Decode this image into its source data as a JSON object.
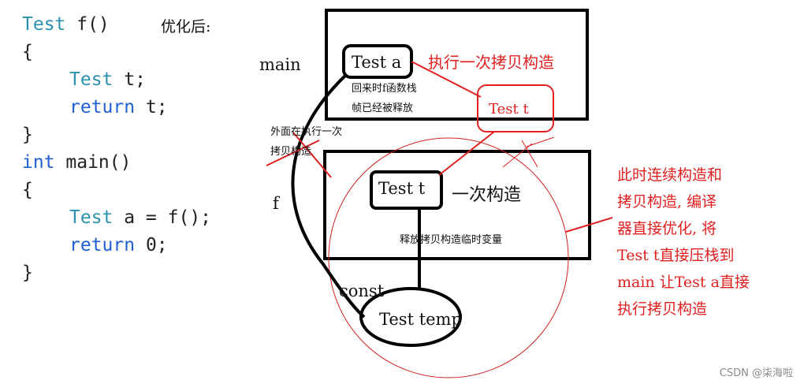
{
  "code": {
    "line1_type": "Test",
    "line1_rest": " f()",
    "optimized_label": "优化后:",
    "brace_open": "{",
    "line3_type": "Test",
    "line3_rest": " t;",
    "return_kw": "return",
    "return_t": " t;",
    "brace_close": "}",
    "int_kw": "int",
    "main_sig": " main()",
    "line8_type": "Test",
    "line8_rest": " a = f();",
    "return0_kw": "return",
    "return0_rest": " 0;"
  },
  "diagram": {
    "main_label": "main",
    "f_label": "f",
    "test_a": "Test a",
    "copy_once": "执行一次拷贝构造",
    "return_frame_1": "回来时f函数栈",
    "return_frame_2": "帧已经被释放",
    "test_t_red": "Test t",
    "outside_copy_1": "外面在执行一次",
    "outside_copy_2": "拷贝构造",
    "test_t": "Test t",
    "one_construct": "一次构造",
    "release_temp": "释放拷贝构造临时变量",
    "const_label": "const",
    "test_temp": "Test temp",
    "explain_lines": [
      "此时连续构造和",
      "拷贝构造, 编译",
      "器直接优化, 将",
      "Test t直接压栈到",
      "main 让Test a直接",
      "执行拷贝构造"
    ]
  },
  "watermark": "CSDN @柒海啦",
  "colors": {
    "red": "#e02020",
    "keyword": "#1f5fd0",
    "type": "#2b91af"
  }
}
